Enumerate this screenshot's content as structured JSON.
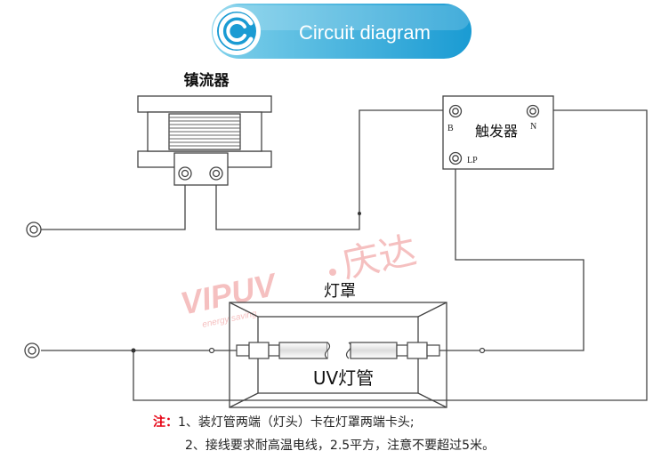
{
  "header": {
    "title": "Circuit diagram",
    "gradient_start": "#7fd0ea",
    "gradient_end": "#1a9bd3",
    "icon": "copyright-c-icon"
  },
  "components": {
    "ballast_label": "镇流器",
    "trigger_label": "触发器",
    "trigger_terminal_b": "B",
    "trigger_terminal_n": "N",
    "trigger_terminal_lp": "LP",
    "lamp_housing_label": "灯罩",
    "uv_lamp_label": "UV灯管"
  },
  "watermark": {
    "brand": "VIPUV",
    "sub": "energy saving",
    "cn": "庆达",
    "color": "#f4b6b6"
  },
  "notes": {
    "label": "注：",
    "line1": "1、装灯管两端（灯头）卡在灯罩两端卡头;",
    "line2": "2、接线要求耐高温电线，2.5平方，注意不要超过5米。"
  }
}
